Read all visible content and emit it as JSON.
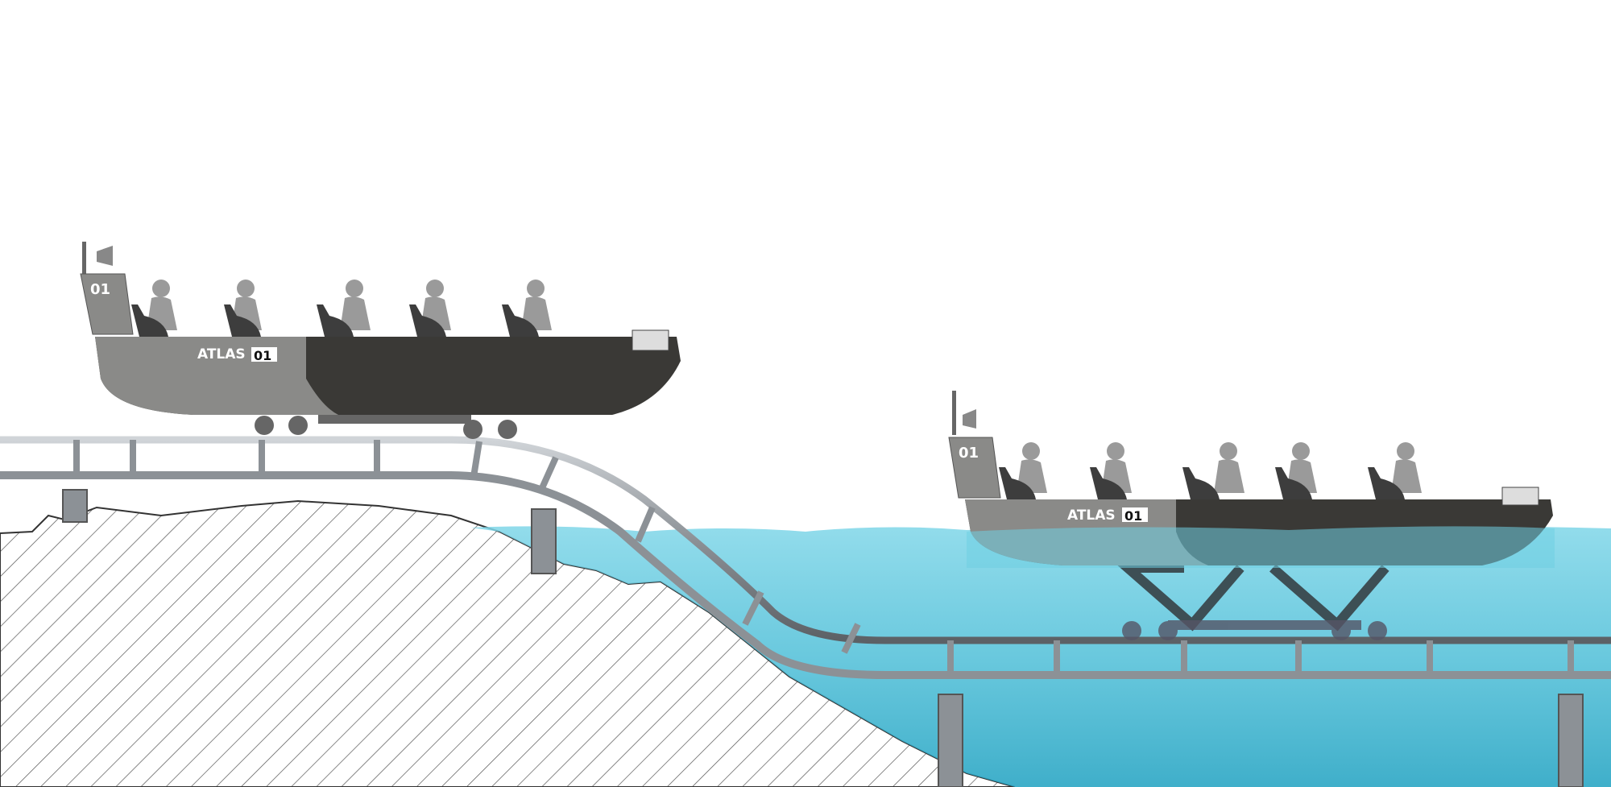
{
  "boats": [
    {
      "state": "on track above ground",
      "brand": "ATLAS",
      "number": "01",
      "bow_number": "01",
      "passengers": 5
    },
    {
      "state": "floating in water",
      "brand": "ATLAS",
      "number": "01",
      "bow_number": "01",
      "passengers": 5
    }
  ],
  "colors": {
    "hull_dark": "#3a3936",
    "hull_grey": "#8a8a88",
    "track": "#9a9ea2",
    "water": "#5fc6dc",
    "ground_hatch": "#555555",
    "silhouette": "#9a9a9a"
  }
}
